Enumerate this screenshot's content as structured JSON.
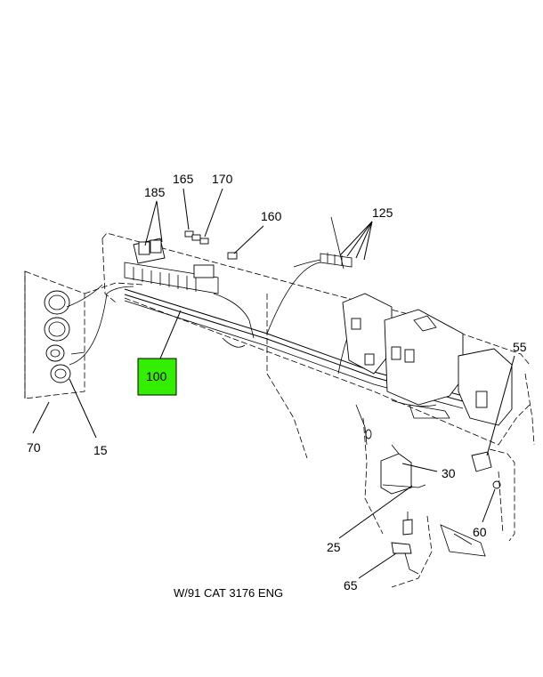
{
  "caption": "W/91 CAT 3176 ENG",
  "highlight_color": "#33ee00",
  "callouts": {
    "c185": "185",
    "c165": "165",
    "c170": "170",
    "c160": "160",
    "c125": "125",
    "c100": "100",
    "c55": "55",
    "c70": "70",
    "c15": "15",
    "c30": "30",
    "c25": "25",
    "c60": "60",
    "c65": "65"
  }
}
